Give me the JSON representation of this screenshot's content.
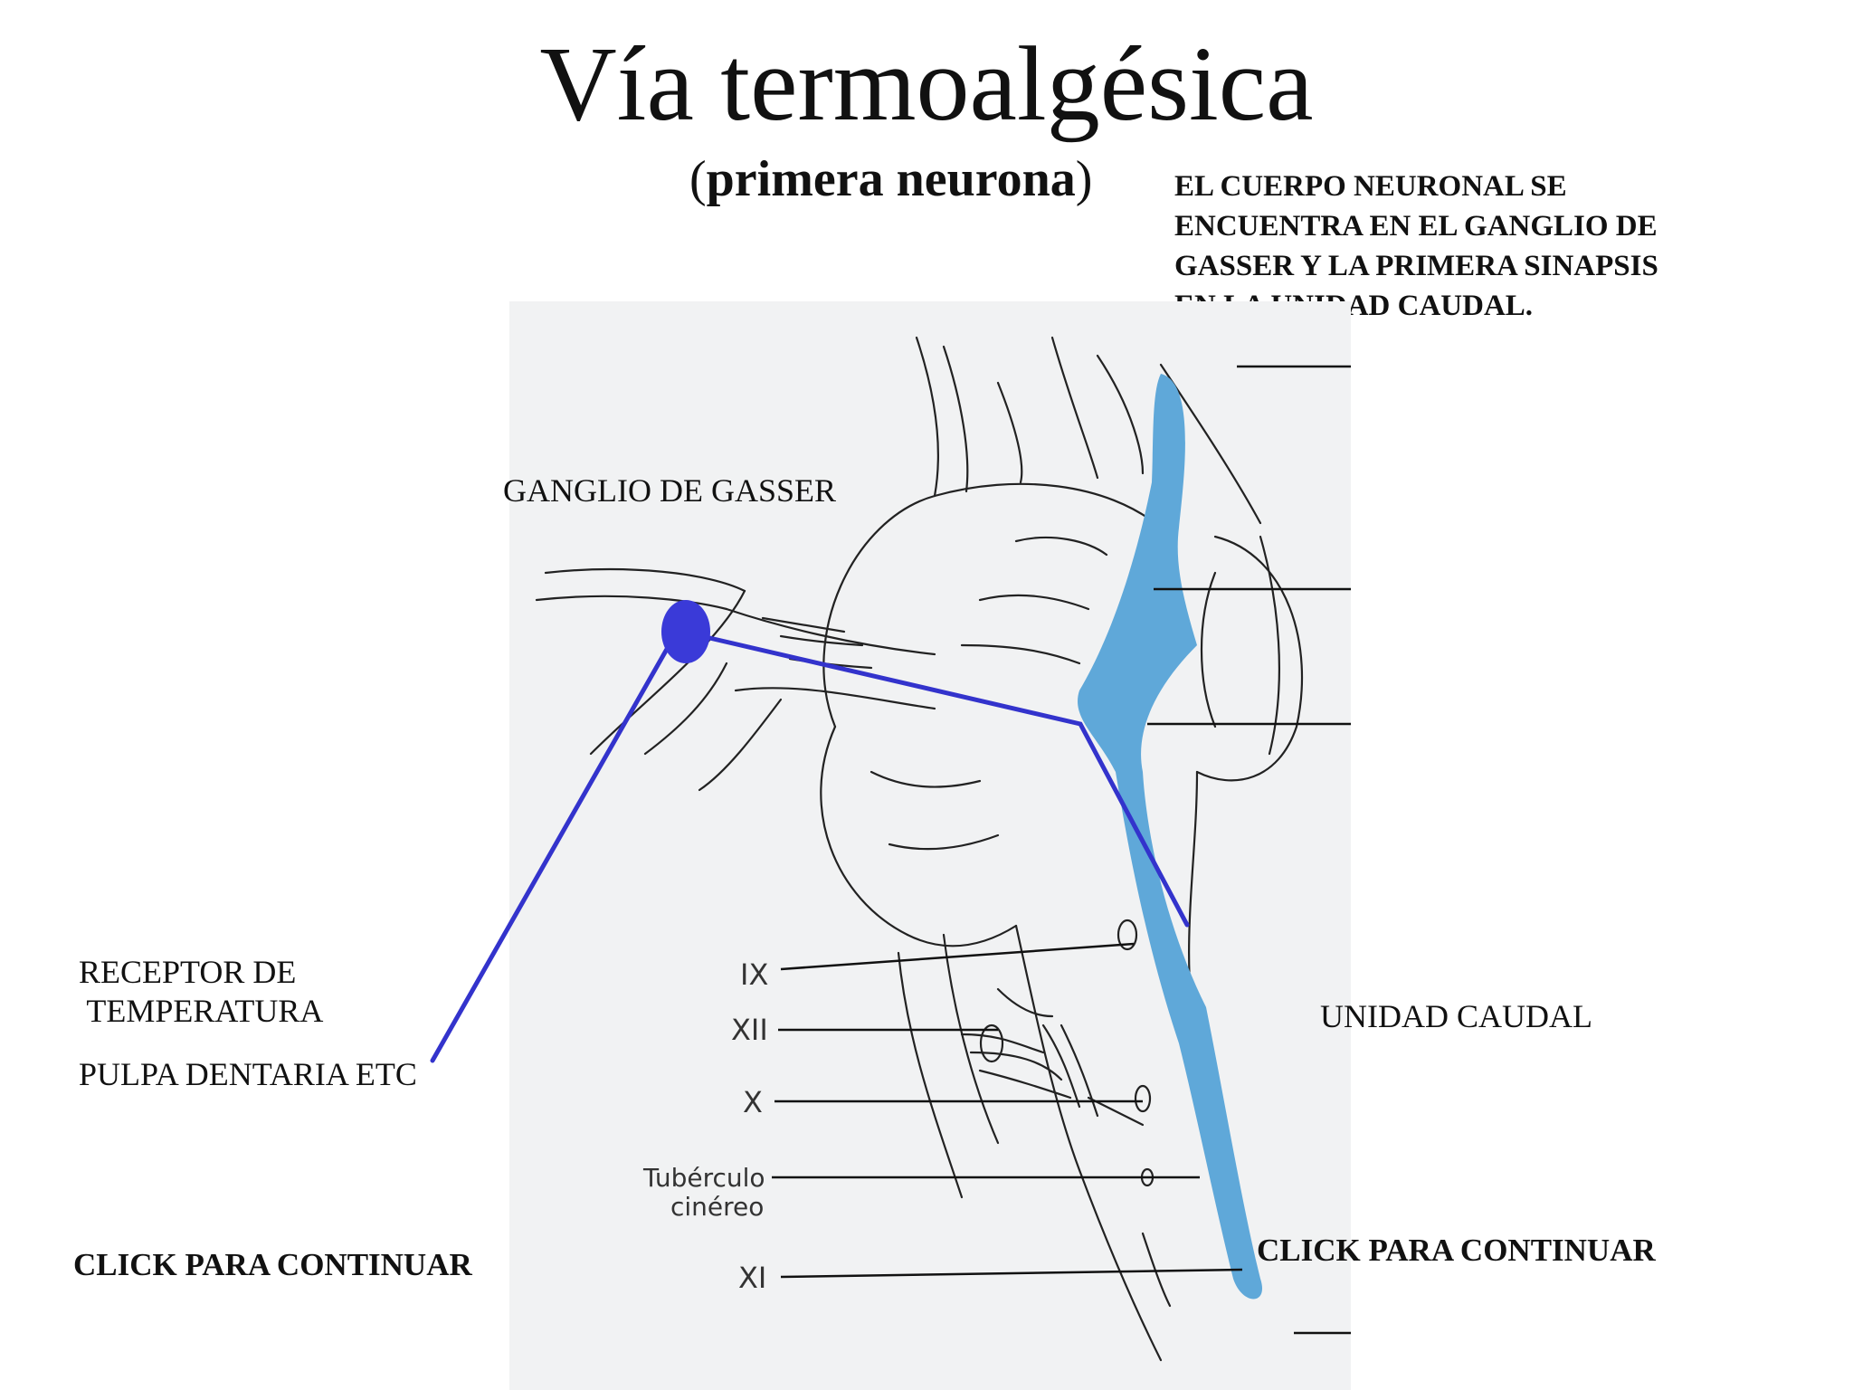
{
  "slide": {
    "title": "Vía termoalgésica",
    "subtitle_open": "(",
    "subtitle_bold": "primera neurona",
    "subtitle_close": ")",
    "note_lines": [
      "EL CUERPO NEURONAL SE",
      "ENCUENTRA EN EL GANGLIO DE",
      "GASSER Y LA PRIMERA  SINAPSIS",
      "EN LA UNIDAD CAUDAL."
    ]
  },
  "labels": {
    "ganglio": "GANGLIO DE GASSER",
    "receptor_1": "RECEPTOR DE",
    "receptor_2": " TEMPERATURA",
    "pulpa": "PULPA DENTARIA ETC",
    "unidad": "UNIDAD  CAUDAL"
  },
  "figure_labels": {
    "ix": "IX",
    "xii": "XII",
    "x": "X",
    "tuberculo_1": "Tubérculo",
    "tuberculo_2": "cinéreo",
    "xi": "XI"
  },
  "buttons": {
    "continue_left": "CLICK  PARA CONTINUAR",
    "continue_right": "CLICK  PARA CONTINUAR"
  },
  "colors": {
    "pathway": "#3333cc",
    "ganglion_dot": "#3a3ad8",
    "nucleus_fill": "#5fa8d9",
    "figure_bg": "#f1f2f3"
  }
}
